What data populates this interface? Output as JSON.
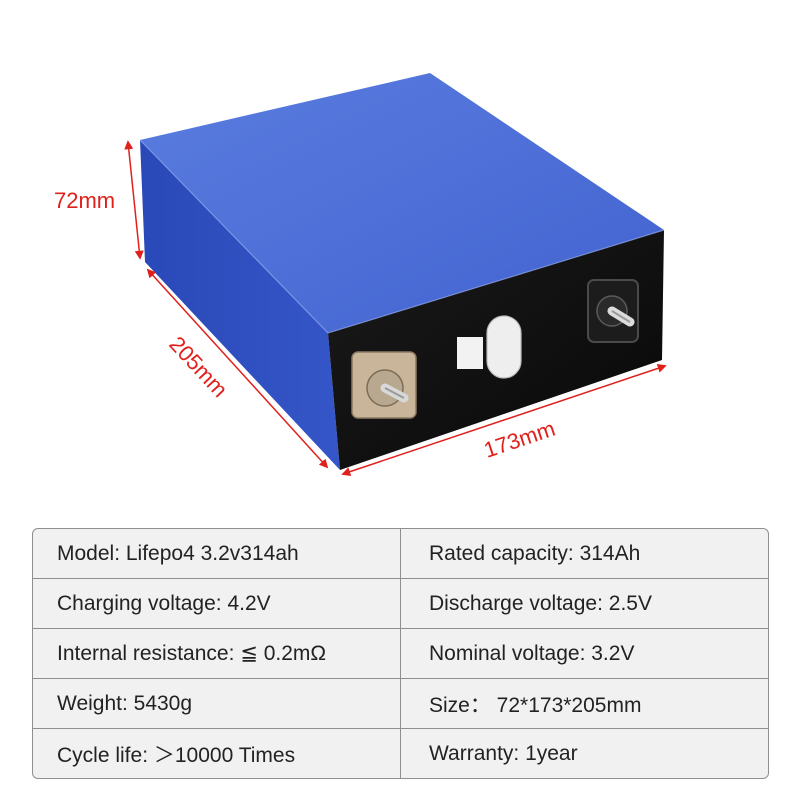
{
  "colors": {
    "dimension": "#e0201b",
    "battery_top": "#4d6fd6",
    "battery_side": "#2f50c2",
    "battery_end": "#101010",
    "table_border": "#8f8f8f",
    "table_background": "#f1f1f1",
    "text": "#222222"
  },
  "icons": {
    "positive_terminal": "bolt-terminal-icon",
    "negative_terminal": "bolt-terminal-icon",
    "vent": "safety-vent-icon"
  },
  "dimensions": {
    "height": "72mm",
    "length": "205mm",
    "width": "173mm"
  },
  "specs": [
    {
      "left": "Model: Lifepo4 3.2v314ah",
      "right": "Rated capacity: 314Ah"
    },
    {
      "left": "Charging voltage: 4.2V",
      "right": "Discharge voltage: 2.5V"
    },
    {
      "left": "Internal resistance: ≦ 0.2mΩ",
      "right": "Nominal voltage: 3.2V"
    },
    {
      "left": "Weight: 5430g",
      "right": "Size： 72*173*205mm"
    },
    {
      "left": "Cycle life: ＞10000 Times",
      "right": "Warranty: 1year"
    }
  ]
}
